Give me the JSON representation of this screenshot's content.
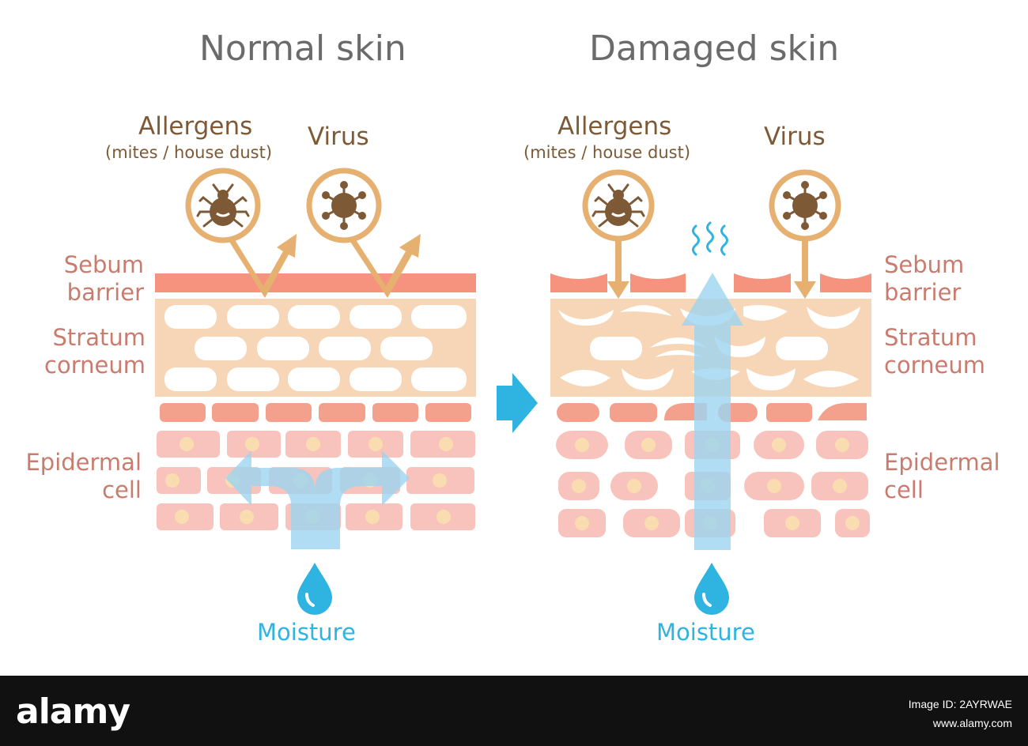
{
  "left": {
    "title": "Normal skin",
    "allergens": "Allergens",
    "allergens_sub": "(mites / house dust)",
    "virus": "Virus",
    "sebum": "Sebum\nbarrier",
    "stratum": "Stratum\ncorneum",
    "epidermal": "Epidermal\ncell",
    "moisture": "Moisture"
  },
  "right": {
    "title": "Damaged skin",
    "allergens": "Allergens",
    "allergens_sub": "(mites / house dust)",
    "virus": "Virus",
    "sebum": "Sebum\nbarrier",
    "stratum": "Stratum\ncorneum",
    "epidermal": "Epidermal\ncell",
    "moisture": "Moisture"
  },
  "footer": {
    "brand": "alamy",
    "image_id": "Image ID: 2AYRWAE",
    "site": "www.alamy.com"
  },
  "colors": {
    "sebum": "#f5937f",
    "stratum": "#f7d6b8",
    "epidermis_top": "#f3a08c",
    "epidermis_cell": "#f7c3bc",
    "nucleus": "#f9ddb0",
    "icon_ring": "#e6b071",
    "icon_fill": "#7d5a35",
    "water": "#2fb3e0",
    "water_arrow": "#9cd4f0"
  }
}
